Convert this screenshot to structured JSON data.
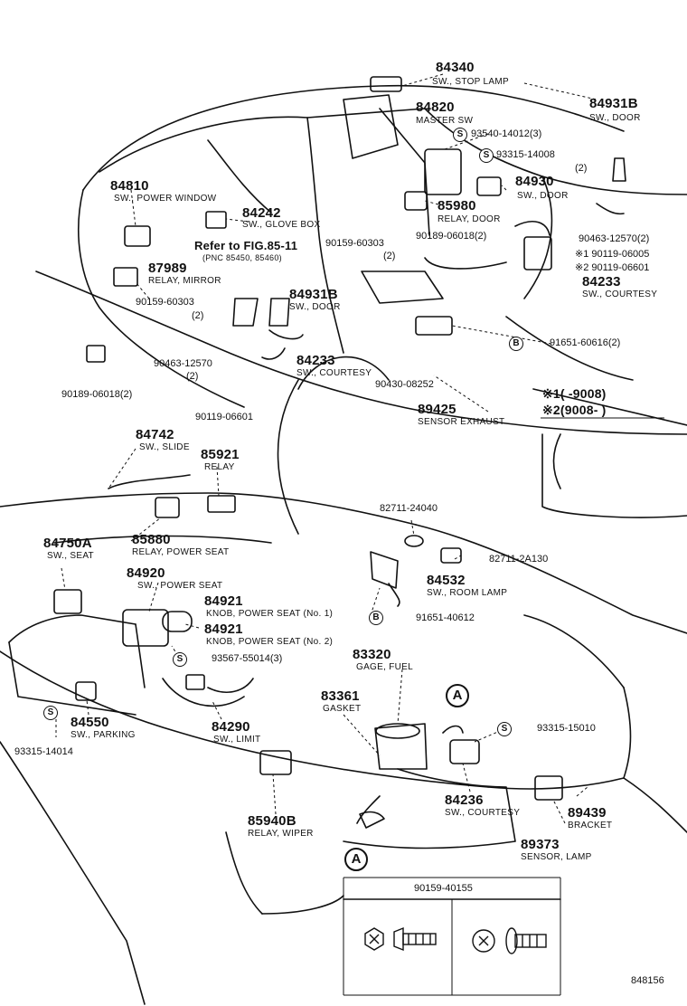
{
  "figure_id": "848156",
  "note": {
    "star1": "※1(   -9008)",
    "star2": "※2(9008-   )"
  },
  "fig_ref": {
    "line1": "Refer to FIG.85-11",
    "line2": "(PNC 85450, 85460)"
  },
  "parts": [
    {
      "key": "p84340",
      "num": "84340",
      "desc": "SW., STOP LAMP"
    },
    {
      "key": "p84931b_a",
      "num": "84931B",
      "desc": "SW., DOOR"
    },
    {
      "key": "p84820",
      "num": "84820",
      "desc": "MASTER SW"
    },
    {
      "key": "p84810",
      "num": "84810",
      "desc": "SW., POWER WINDOW"
    },
    {
      "key": "p84930",
      "num": "84930",
      "desc": "SW., DOOR"
    },
    {
      "key": "p84242",
      "num": "84242",
      "desc": "SW., GLOVE BOX"
    },
    {
      "key": "p85980",
      "num": "85980",
      "desc": "RELAY, DOOR"
    },
    {
      "key": "p87989",
      "num": "87989",
      "desc": "RELAY, MIRROR"
    },
    {
      "key": "p84931b_b",
      "num": "84931B",
      "desc": "SW., DOOR"
    },
    {
      "key": "p84233_a",
      "num": "84233",
      "desc": "SW., COURTESY"
    },
    {
      "key": "p84233_b",
      "num": "84233",
      "desc": "SW., COURTESY"
    },
    {
      "key": "p89425",
      "num": "89425",
      "desc": "SENSOR EXHAUST"
    },
    {
      "key": "p84742",
      "num": "84742",
      "desc": "SW., SLIDE"
    },
    {
      "key": "p85921",
      "num": "85921",
      "desc": "RELAY"
    },
    {
      "key": "p85880",
      "num": "85880",
      "desc": "RELAY, POWER SEAT"
    },
    {
      "key": "p84750a",
      "num": "84750A",
      "desc": "SW., SEAT"
    },
    {
      "key": "p84920",
      "num": "84920",
      "desc": "SW., POWER SEAT"
    },
    {
      "key": "p84921_a",
      "num": "84921",
      "desc": "KNOB, POWER SEAT (No. 1)"
    },
    {
      "key": "p84921_b",
      "num": "84921",
      "desc": "KNOB, POWER SEAT (No. 2)"
    },
    {
      "key": "p84532",
      "num": "84532",
      "desc": "SW., ROOM LAMP"
    },
    {
      "key": "p83320",
      "num": "83320",
      "desc": "GAGE, FUEL"
    },
    {
      "key": "p83361",
      "num": "83361",
      "desc": "GASKET"
    },
    {
      "key": "p84550",
      "num": "84550",
      "desc": "SW., PARKING"
    },
    {
      "key": "p84290",
      "num": "84290",
      "desc": "SW., LIMIT"
    },
    {
      "key": "p85940b",
      "num": "85940B",
      "desc": "RELAY, WIPER"
    },
    {
      "key": "p84236",
      "num": "84236",
      "desc": "SW., COURTESY"
    },
    {
      "key": "p89439",
      "num": "89439",
      "desc": "BRACKET"
    },
    {
      "key": "p89373",
      "num": "89373",
      "desc": "SENSOR, LAMP"
    }
  ],
  "fasteners": {
    "f93540": "93540-14012(3)",
    "f93315a": "93315-14008",
    "f93315a_qty": "(2)",
    "f90159a": "90159-60303",
    "f90159a_qty": "(2)",
    "f90189a": "90189-06018(2)",
    "f90463a": "90463-12570(2)",
    "f90119a": "※1 90119-06005",
    "f90119b": "※2 90119-06601",
    "f91651a": "91651-60616(2)",
    "f90159b": "90159-60303",
    "f90159b_qty": "(2)",
    "f90463b": "90463-12570",
    "f90463b_qty": "(2)",
    "f90189b": "90189-06018(2)",
    "f90430": "90430-08252",
    "f90119c": "90119-06601",
    "f82711a": "82711-24040",
    "f82711b": "82711-2A130",
    "f91651b": "91651-40612",
    "f93567": "93567-55014(3)",
    "f93315b": "93315-15010",
    "f93315c": "93315-14014",
    "inset": "90159-40155"
  },
  "markers": {
    "S": "S",
    "B": "B",
    "A": "A"
  }
}
